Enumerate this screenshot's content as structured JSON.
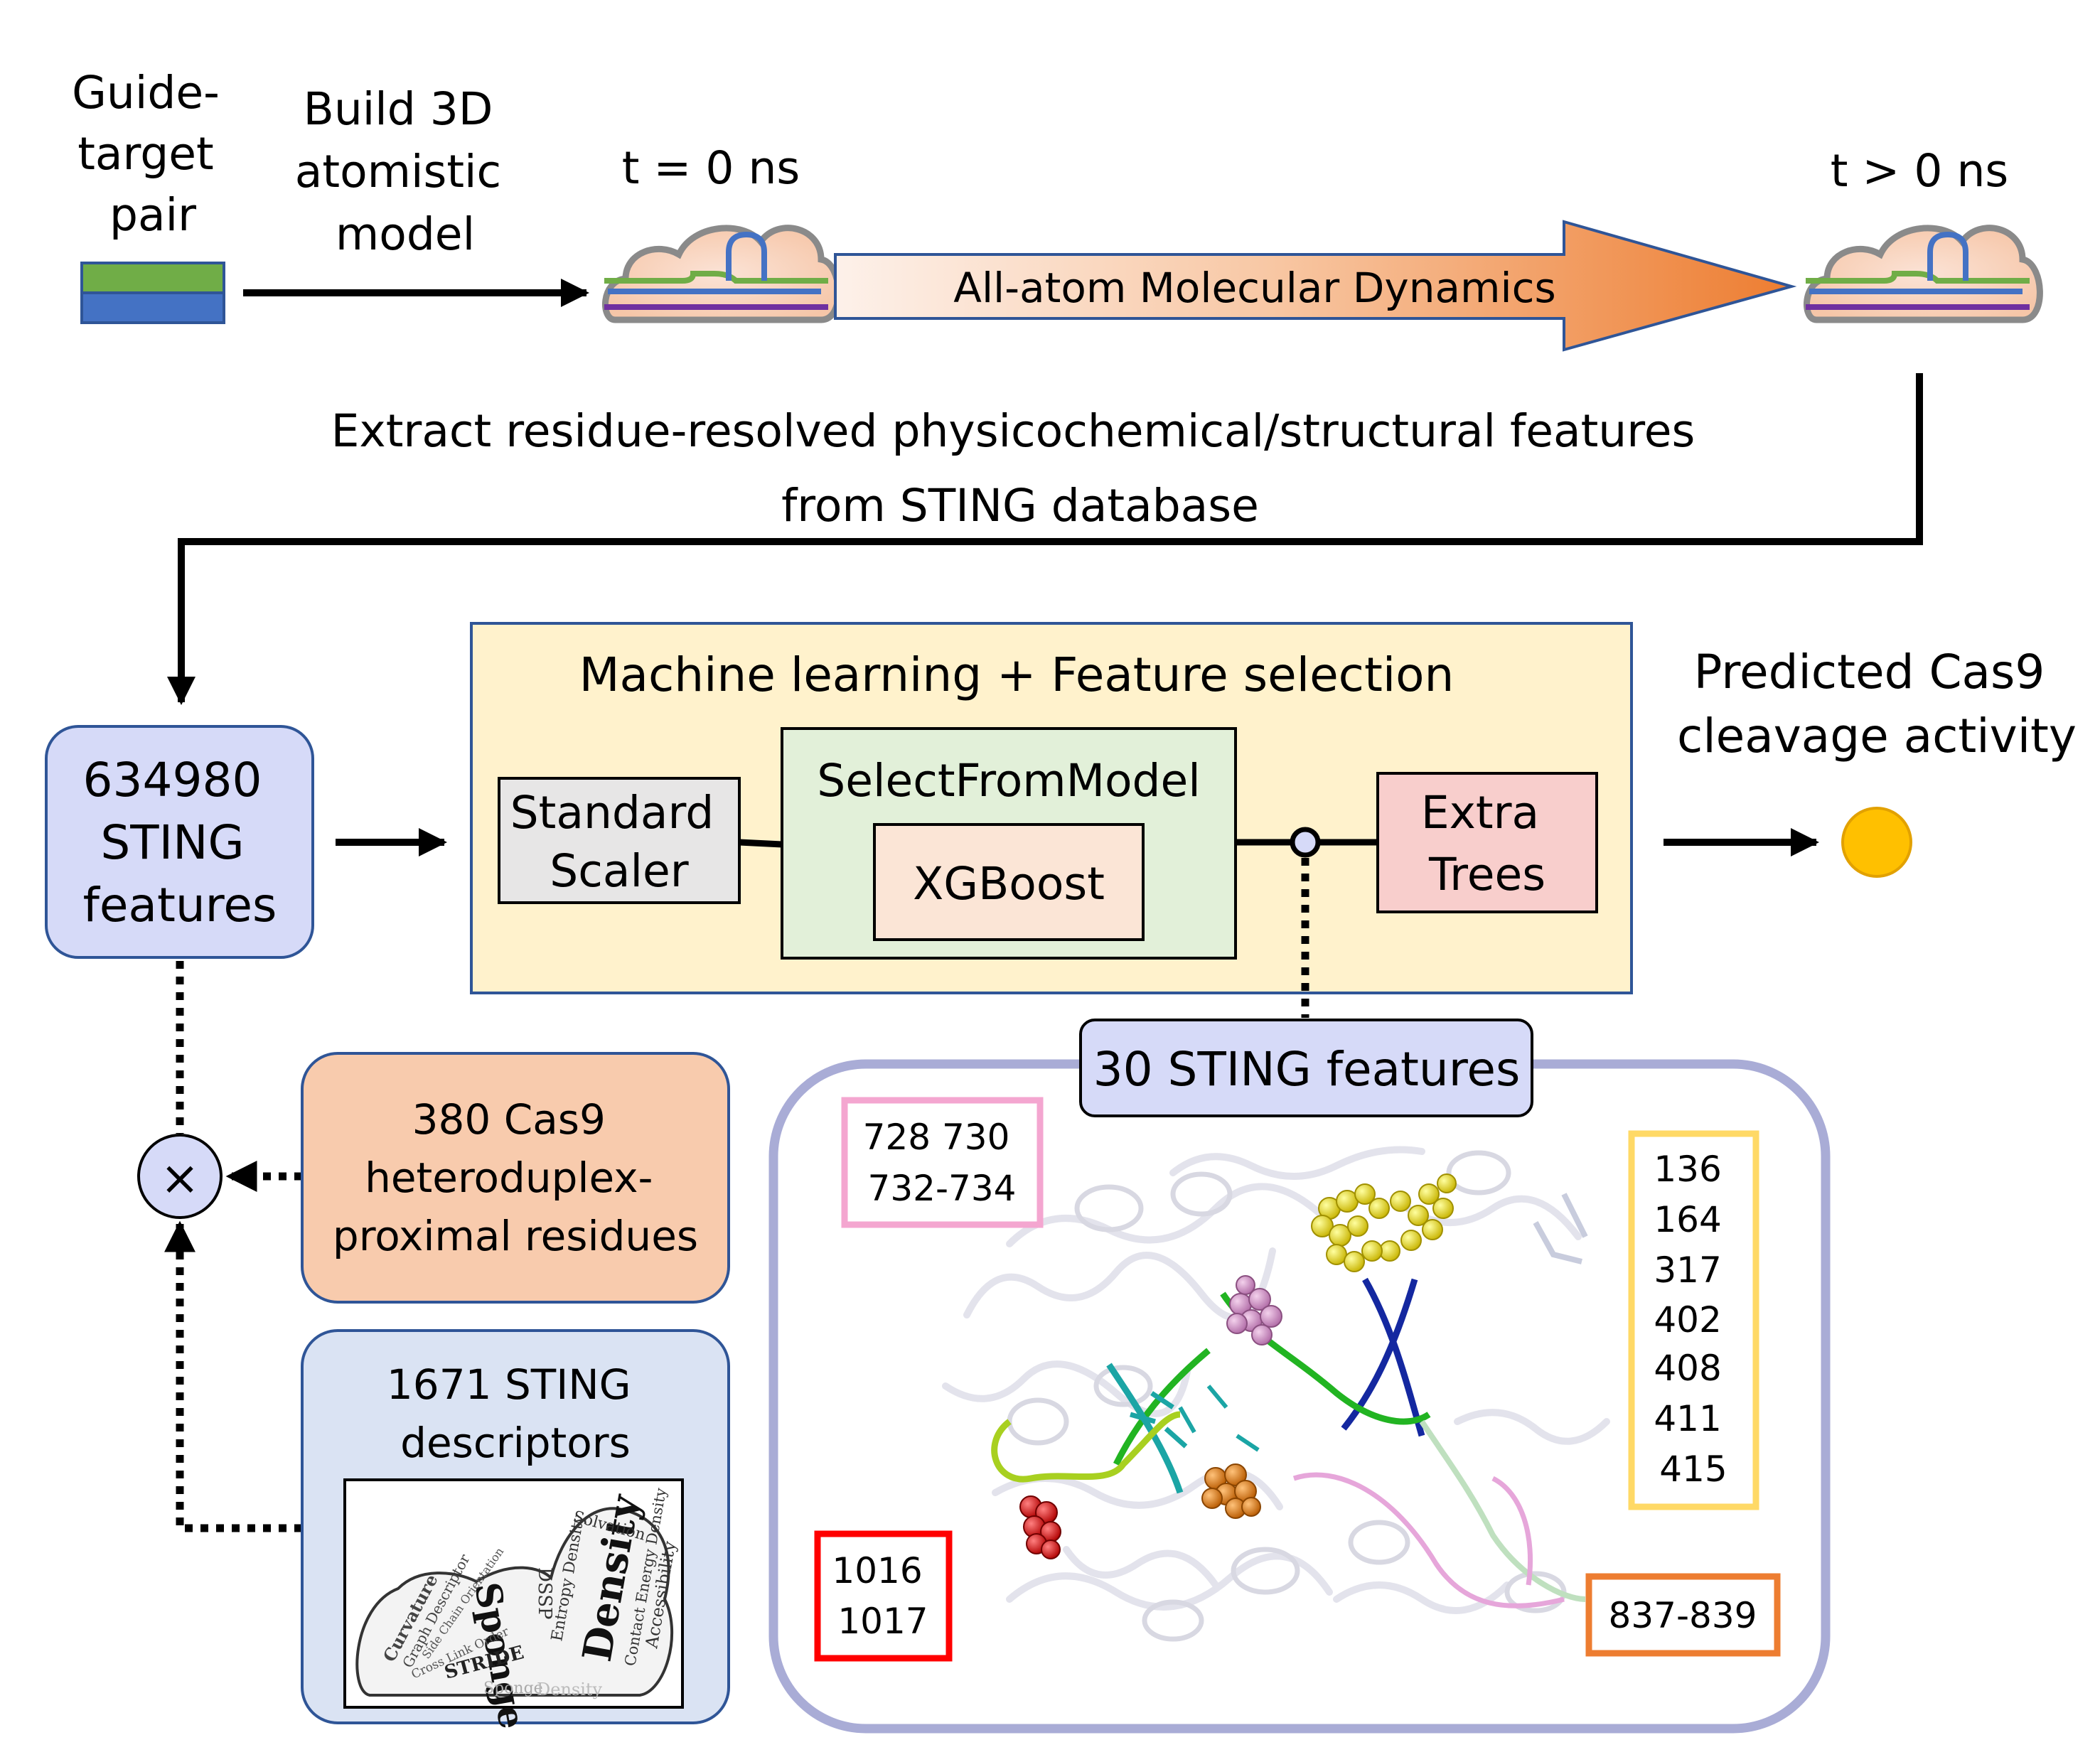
{
  "pipeline": {
    "guide_target_lines": [
      "Guide-",
      "target",
      "pair"
    ],
    "build_model_lines": [
      "Build 3D",
      "atomistic",
      "model"
    ],
    "t0_label": "t = 0 ns",
    "md_label": "All-atom Molecular Dynamics",
    "tpos_label": "t > 0 ns",
    "extract_lines": [
      "Extract residue-resolved physicochemical/structural features",
      "from STING database"
    ]
  },
  "ml": {
    "title": "Machine learning + Feature selection",
    "scaler_lines": [
      "Standard",
      "Scaler"
    ],
    "select_from_model": "SelectFromModel",
    "xgboost": "XGBoost",
    "extra_trees_lines": [
      "Extra",
      "Trees"
    ],
    "output_lines": [
      "Predicted Cas9",
      "cleavage activity"
    ]
  },
  "features_box_lines": [
    "634980",
    "STING",
    "features"
  ],
  "multiply_symbol": "×",
  "residues_box_lines": [
    "380 Cas9",
    "heteroduplex-",
    "proximal residues"
  ],
  "descriptors_box_lines": [
    "1671 STING",
    "descriptors"
  ],
  "word_cloud": [
    "Density",
    "Sponge",
    "Curvature",
    "Graph Descriptor",
    "Side Chain Orientation",
    "Cross Link Order",
    "STRIDE",
    "DSSP",
    "Entropy Density",
    "Contact Energy Density",
    "Accessibility",
    "Solvation",
    "Sponge",
    "Density"
  ],
  "selected_features_label": "30 STING features",
  "residue_groups": {
    "pink": [
      "728 730",
      "732-734"
    ],
    "yellow": [
      "136",
      "164",
      "317",
      "402",
      "408",
      "411",
      "415"
    ],
    "red": [
      "1016",
      "1017"
    ],
    "orange": [
      "837-839"
    ]
  },
  "colors": {
    "guide_green": "#70AD47",
    "target_blue": "#4472C4",
    "md_arrow_start": "#FBE5D6",
    "md_arrow_end": "#ED7D31",
    "ml_panel": "#FFF2CC",
    "ml_panel_border": "#2F5597",
    "features_box": "#D6DAF8",
    "scaler_box": "#E7E6E6",
    "select_box": "#E2F0D9",
    "xgboost_box": "#FBE5D6",
    "extra_trees_box": "#F8CECC",
    "output_dot": "#FFC000",
    "residues_box": "#F8CBAD",
    "descriptors_box": "#DAE3F3",
    "structure_frame": "#A9ACD6",
    "pink_group": "#F4A6D0",
    "yellow_group": "#FFD966",
    "red_group": "#FF0000",
    "orange_group": "#ED7D31"
  }
}
